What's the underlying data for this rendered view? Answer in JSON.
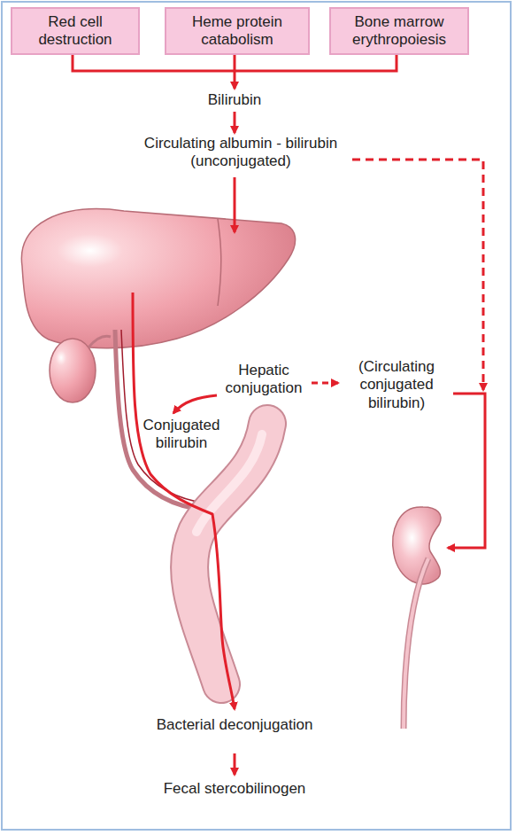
{
  "diagram": {
    "nodes": [
      {
        "text": [
          "Red cell destruction"
        ]
      },
      {
        "text": [
          "Heme protein catabolism"
        ]
      },
      {
        "text": [
          "Bone marrow erythropoiesis"
        ]
      }
    ],
    "labels": [
      "Bilirubin",
      "Circulating albumin - bilirubin (unconjugated)",
      "Hepatic conjugation",
      "(Circulating conjugated bilirubin)",
      "Conjugated bilirubin",
      "Bacterial deconjugation",
      "Fecal stercobilinogen"
    ]
  }
}
